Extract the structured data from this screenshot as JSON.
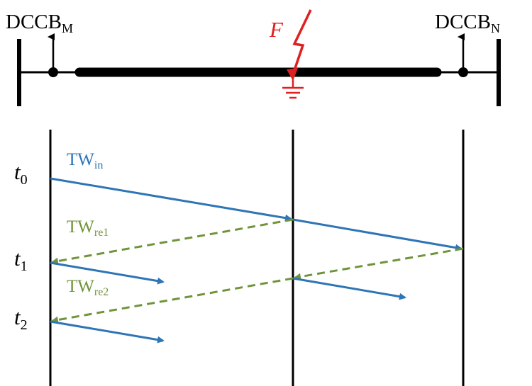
{
  "breakers": {
    "left": {
      "base": "DCCB",
      "sub": "M"
    },
    "right": {
      "base": "DCCB",
      "sub": "N"
    }
  },
  "fault": {
    "label": "F"
  },
  "times": [
    {
      "base": "t",
      "sub": "0"
    },
    {
      "base": "t",
      "sub": "1"
    },
    {
      "base": "t",
      "sub": "2"
    }
  ],
  "waves": {
    "incident": {
      "base": "TW",
      "sub": "in"
    },
    "reflected1": {
      "base": "TW",
      "sub": "re1"
    },
    "reflected2": {
      "base": "TW",
      "sub": "re2"
    }
  },
  "colors": {
    "incident": "#2e75b6",
    "reflected": "#70943a",
    "fault": "#e02020",
    "line": "#000000"
  }
}
